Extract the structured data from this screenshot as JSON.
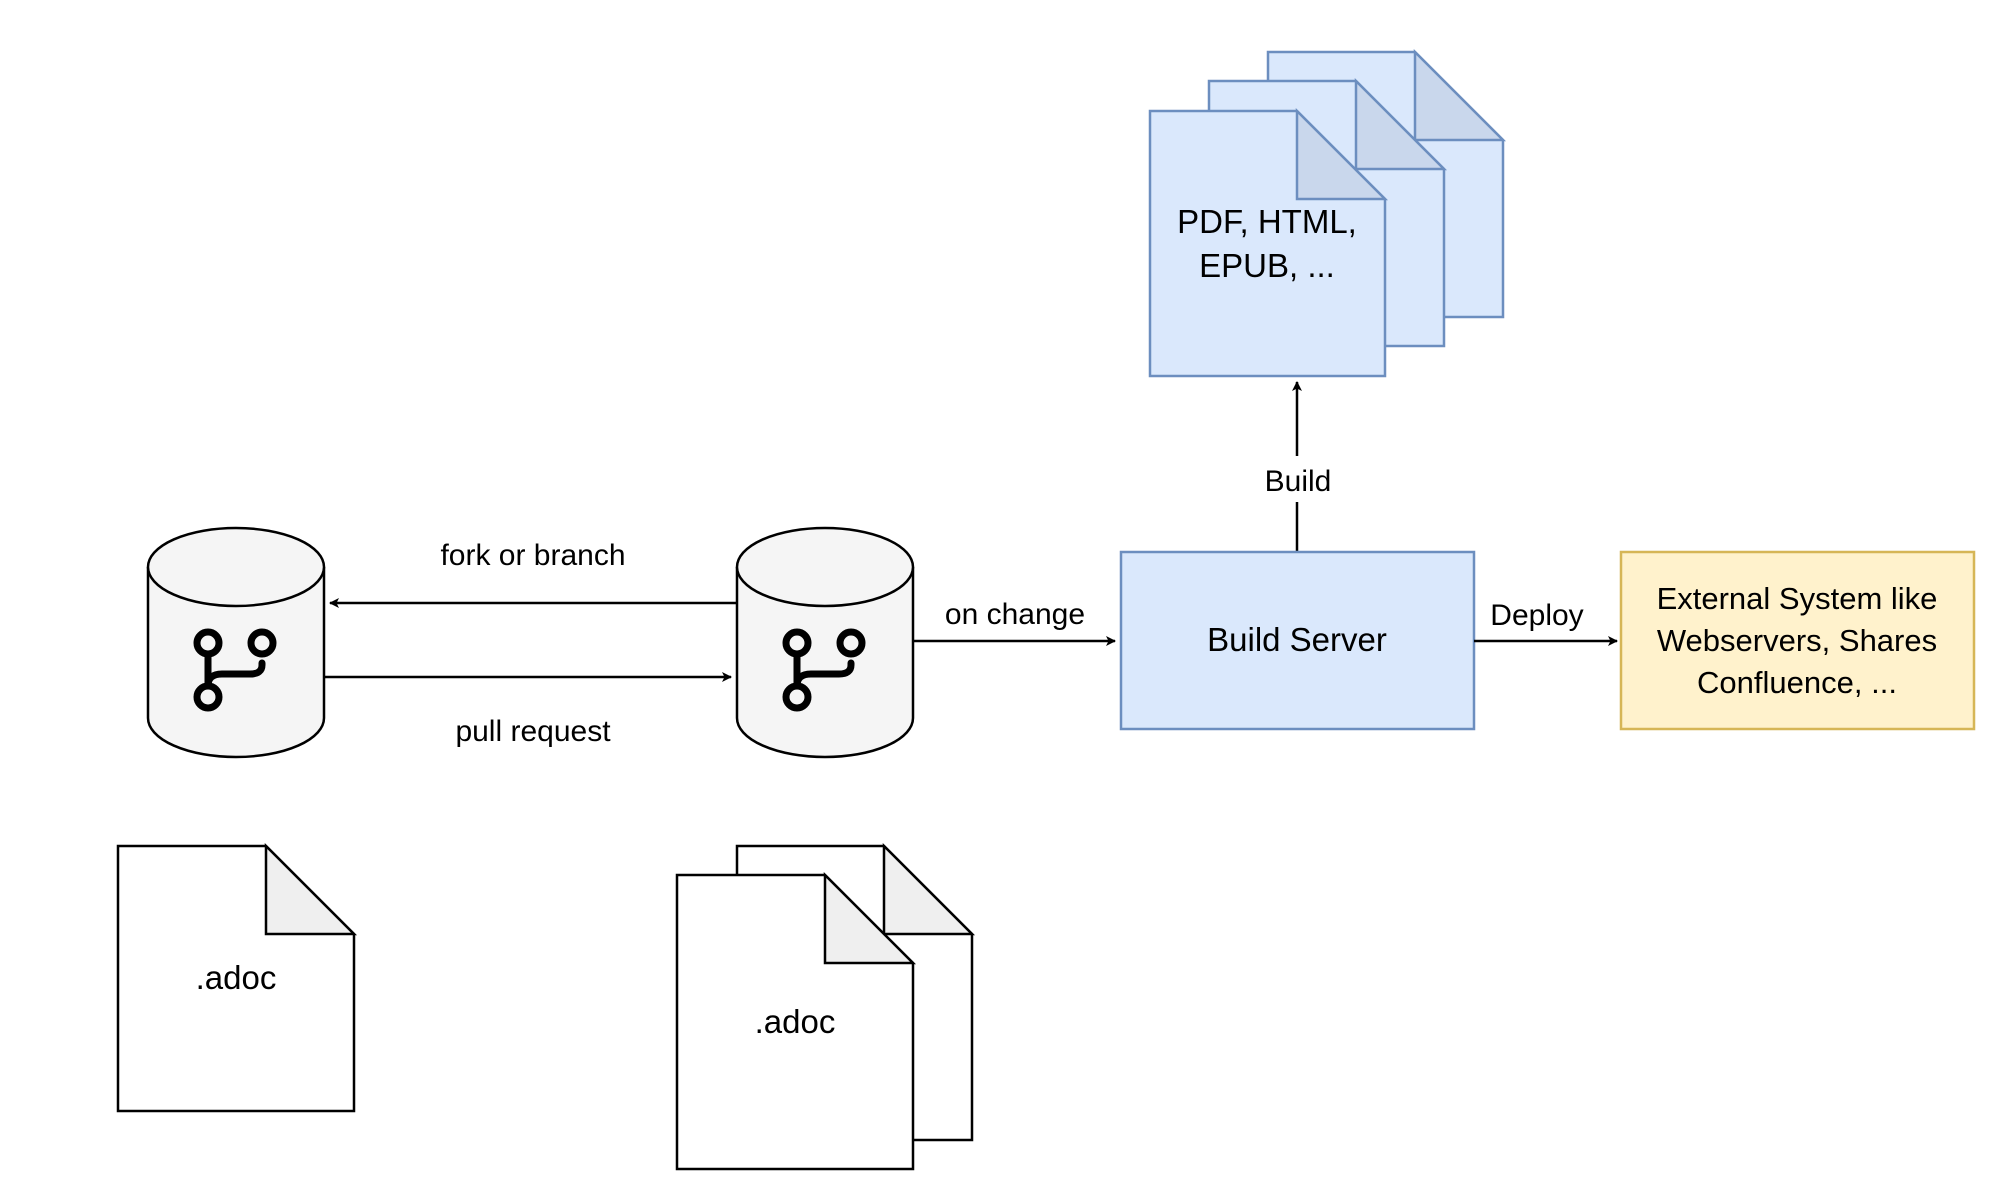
{
  "nodes": {
    "source_doc": {
      "label": ".adoc"
    },
    "docs_stack": {
      "label": ".adoc"
    },
    "build_server": {
      "label": "Build Server"
    },
    "external_system": {
      "lines": [
        "External System like",
        "Webservers, Shares",
        "Confluence, ..."
      ]
    },
    "outputs": {
      "lines": [
        "PDF, HTML,",
        "EPUB, ..."
      ]
    }
  },
  "edges": {
    "fork": {
      "label": "fork or branch"
    },
    "pull": {
      "label": "pull request"
    },
    "on_change": {
      "label": "on change"
    },
    "build": {
      "label": "Build"
    },
    "deploy": {
      "label": "Deploy"
    }
  },
  "colors": {
    "blue_fill": "#dae8fc",
    "blue_stroke": "#6c8ebf",
    "blue_fold": "#c9d7ec",
    "yellow_fill": "#fff2cc",
    "yellow_stroke": "#d6b656",
    "repo_fill": "#f5f5f5",
    "fold_gray": "#efefef",
    "line": "#000000"
  },
  "icons": {
    "repo_icon": "database-cylinder",
    "branch_icon": "git-branch-icon"
  }
}
